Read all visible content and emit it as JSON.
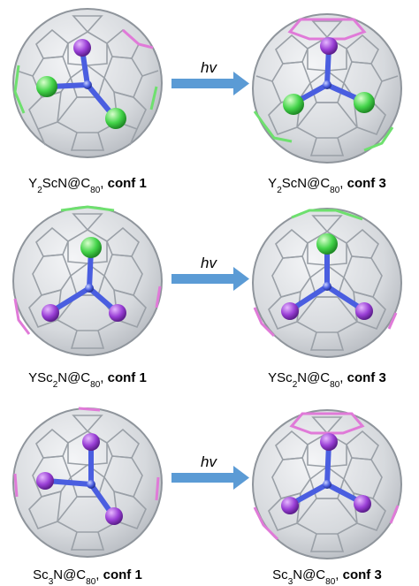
{
  "rows": [
    {
      "left": {
        "formula": "Y2ScN@C80",
        "conf": "conf 1"
      },
      "right": {
        "formula": "Y2ScN@C80",
        "conf": "conf 3"
      },
      "arrow_label": "hv"
    },
    {
      "left": {
        "formula": "YSc2N@C80",
        "conf": "conf 1"
      },
      "right": {
        "formula": "YSc2N@C80",
        "conf": "conf 3"
      },
      "arrow_label": "hv"
    },
    {
      "left": {
        "formula": "Sc3N@C80",
        "conf": "conf 1"
      },
      "right": {
        "formula": "Sc3N@C80",
        "conf": "conf 3"
      },
      "arrow_label": "hv"
    }
  ],
  "colors": {
    "cage": "#d9dce0",
    "cage_edge": "#8f959c",
    "nitrogen": "#4a5ee0",
    "scandium": "#9a3fd6",
    "yttrium": "#44d44a",
    "highlight_pink": "#e07ad8",
    "highlight_green": "#6ee06e",
    "arrow": "#5b9bd5"
  }
}
